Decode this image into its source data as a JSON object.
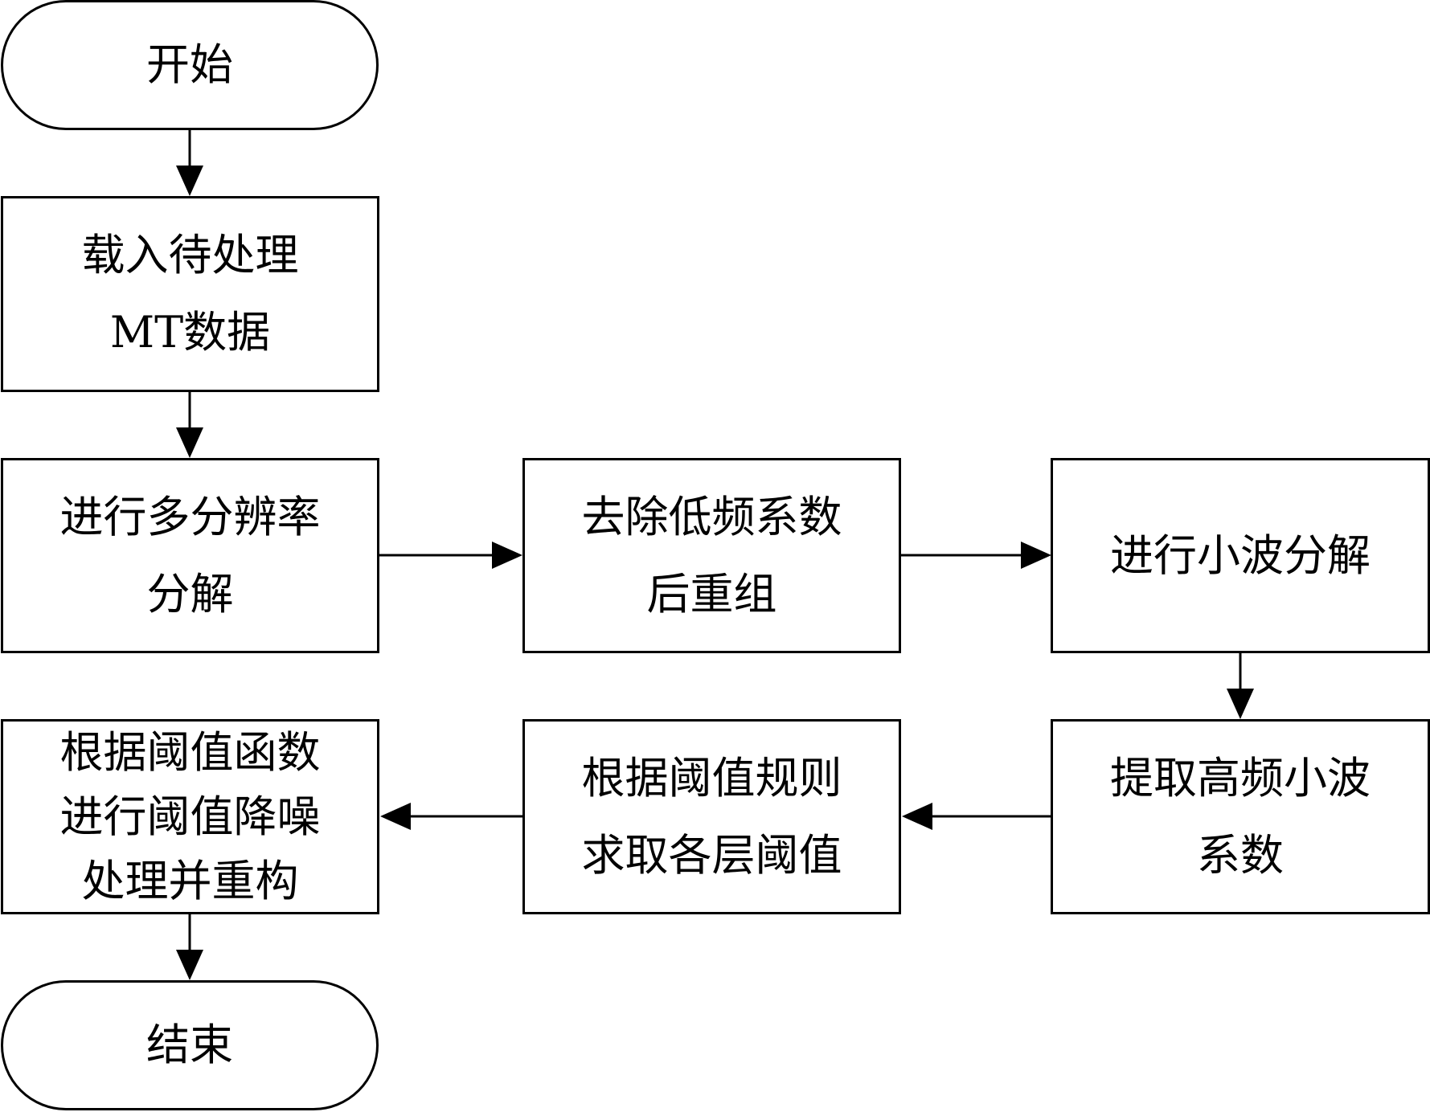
{
  "nodes": {
    "start": {
      "lines": [
        "开始"
      ]
    },
    "load": {
      "lines": [
        "载入待处理",
        "MT数据"
      ]
    },
    "multires": {
      "lines": [
        "进行多分辨率",
        "分解"
      ]
    },
    "remove_low": {
      "lines": [
        "去除低频系数",
        "后重组"
      ]
    },
    "wavelet": {
      "lines": [
        "进行小波分解"
      ]
    },
    "extract_high": {
      "lines": [
        "提取高频小波",
        "系数"
      ]
    },
    "threshold_rule": {
      "lines": [
        "根据阈值规则",
        "求取各层阈值"
      ]
    },
    "denoise": {
      "lines": [
        "根据阈值函数",
        "进行阈值降噪",
        "处理并重构"
      ]
    },
    "end": {
      "lines": [
        "结束"
      ]
    }
  }
}
